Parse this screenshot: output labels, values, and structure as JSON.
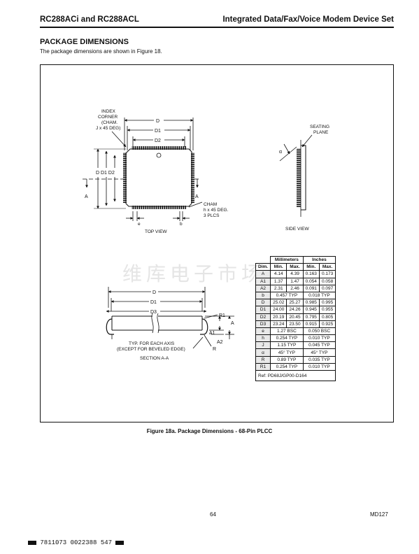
{
  "header": {
    "left_title": "RC288ACi and RC288ACL",
    "right_title": "Integrated Data/Fax/Voice Modem Device Set"
  },
  "section": {
    "title": "PACKAGE DIMENSIONS",
    "intro": "The package dimensions are shown in Figure 18."
  },
  "top_view": {
    "index_corner": [
      "INDEX",
      "CORNER",
      "(CHAM.",
      "J x 45 DEG)"
    ],
    "dim_D": "D",
    "dim_D1": "D1",
    "dim_D2": "D2",
    "left_dims": "D  D1 D2",
    "section_A": "A",
    "cham": [
      "CHAM",
      "h x 45 DEG.",
      "3 PLCS"
    ],
    "e": "e",
    "b": "b",
    "label": "TOP VIEW"
  },
  "side_view": {
    "seating": [
      "SEATING",
      "PLANE"
    ],
    "alpha": "α",
    "label": "SIDE VIEW"
  },
  "section_view": {
    "D": "D",
    "D1": "D1",
    "D3": "D3",
    "R1": "R1",
    "A1": "A1",
    "A2": "A2",
    "A": "A",
    "R": "R",
    "notes": [
      "TYP. FOR EACH AXIS",
      "(EXCEPT FOR BEVELED EDGE)"
    ],
    "label": "SECTION A-A"
  },
  "table": {
    "group_mm": "Millimeters",
    "group_in": "Inches",
    "col_dim": "Dim.",
    "col_min": "Min.",
    "col_max": "Max.",
    "rows": [
      {
        "dim": "A",
        "mm_min": "4.14",
        "mm_max": "4.39",
        "in_min": "0.163",
        "in_max": "0.173"
      },
      {
        "dim": "A1",
        "mm_min": "1.37",
        "mm_max": "1.47",
        "in_min": "0.054",
        "in_max": "0.058"
      },
      {
        "dim": "A2",
        "mm_min": "2.31",
        "mm_max": "2.46",
        "in_min": "0.091",
        "in_max": "0.097"
      },
      {
        "dim": "b",
        "mm_typ": "0.457 TYP",
        "in_typ": "0.018 TYP"
      },
      {
        "dim": "D",
        "mm_min": "25.02",
        "mm_max": "25.27",
        "in_min": "0.985",
        "in_max": "0.995"
      },
      {
        "dim": "D1",
        "mm_min": "24.00",
        "mm_max": "24.26",
        "in_min": "0.945",
        "in_max": "0.955"
      },
      {
        "dim": "D2",
        "mm_min": "20.19",
        "mm_max": "20.45",
        "in_min": "0.795",
        "in_max": "0.805"
      },
      {
        "dim": "D3",
        "mm_min": "23.24",
        "mm_max": "23.50",
        "in_min": "0.915",
        "in_max": "0.925"
      },
      {
        "dim": "e",
        "mm_typ": "1.27 BSC",
        "in_typ": "0.050 BSC"
      },
      {
        "dim": "h",
        "mm_typ": "0.254 TYP",
        "in_typ": "0.010 TYP"
      },
      {
        "dim": "J",
        "mm_typ": "1.15 TYP",
        "in_typ": "0.045 TYP"
      },
      {
        "dim": "α",
        "mm_typ": "45° TYP",
        "in_typ": "45° TYP"
      },
      {
        "dim": "R",
        "mm_typ": "0.89 TYP",
        "in_typ": "0.035 TYP"
      },
      {
        "dim": "R1",
        "mm_typ": "0.254 TYP",
        "in_typ": "0.010 TYP"
      }
    ],
    "ref": "Ref: PD68J/GP00-D164"
  },
  "caption": "Figure 18a.  Package Dimensions - 68-Pin PLCC",
  "page_number": "64",
  "doc_id": "MD127",
  "barcode_text": "7811073 0022388 547",
  "watermark": "维库电子市场"
}
